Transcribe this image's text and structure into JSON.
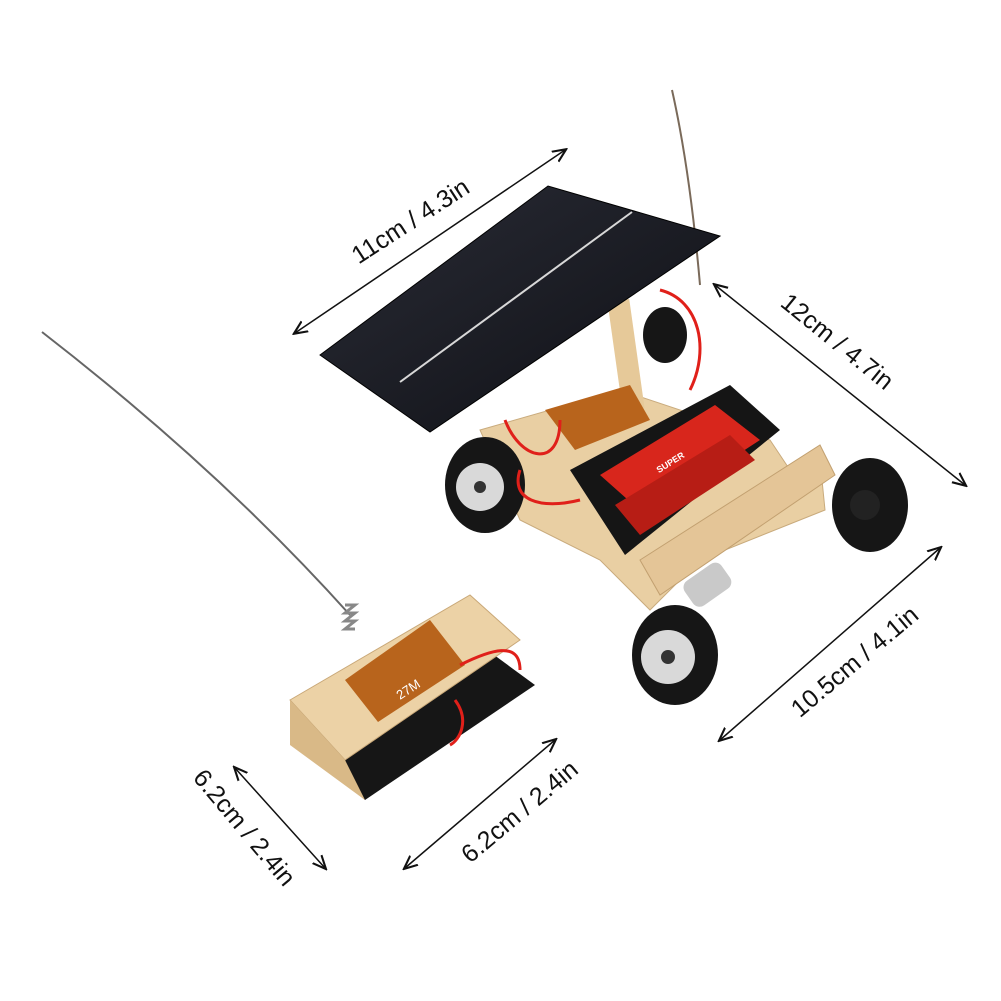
{
  "dimensions": {
    "solar_panel_width": "11cm / 4.3in",
    "car_length": "12cm / 4.7in",
    "car_width": "10.5cm / 4.1in",
    "remote_length": "6.2cm / 2.4in",
    "remote_width": "6.2cm / 2.4in"
  },
  "product_markings": {
    "remote_board": "27M",
    "battery": "SUPER"
  },
  "colors": {
    "wood": "#e9cfa3",
    "solar_panel": "#1b1c22",
    "battery": "#d8261c",
    "wheel": "#161616",
    "wire_red": "#e0201a"
  }
}
